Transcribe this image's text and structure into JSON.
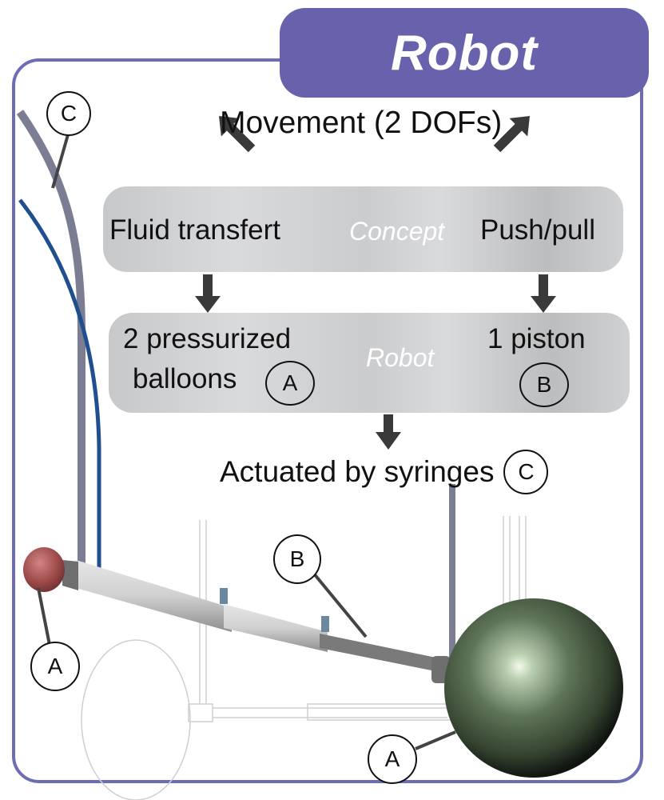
{
  "title": "Robot",
  "movement_label": "Movement (2 DOFs)",
  "concept_box": {
    "label": "Concept",
    "left_text": "Fluid transfert",
    "right_text": "Push/pull"
  },
  "robot_box": {
    "label": "Robot",
    "left_line1": "2 pressurized",
    "left_line2": "balloons",
    "left_marker": "A",
    "right_line1": "1 piston",
    "right_marker": "B"
  },
  "actuation": {
    "text": "Actuated by syringes",
    "marker": "C"
  },
  "callouts": [
    {
      "id": "c-top-left",
      "letter": "C",
      "target": "tubes"
    },
    {
      "id": "b-piston",
      "letter": "B",
      "target": "piston rod"
    },
    {
      "id": "a-left",
      "letter": "A",
      "target": "red balloon"
    },
    {
      "id": "a-right",
      "letter": "A",
      "target": "green balloon"
    }
  ],
  "colors": {
    "frame": "#6d6db5",
    "title_bg": "#6762ab",
    "title_text": "#ffffff",
    "tube_grey": "#7b7d93",
    "tube_blue": "#1f4f8f",
    "balloon_red": "#a05050",
    "balloon_green": "#5e7358",
    "arrow": "#3a3a3a"
  }
}
